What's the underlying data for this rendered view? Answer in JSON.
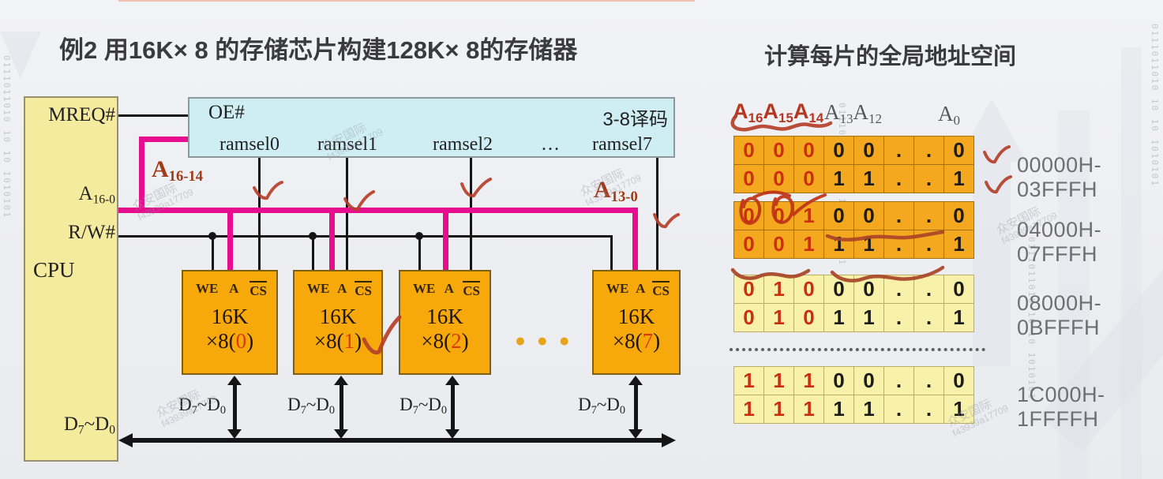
{
  "titles": {
    "left": "例2 用16K× 8 的存储芯片构建128K× 8的存储器",
    "right": "计算每片的全局地址空间"
  },
  "cpu": {
    "name": "CPU",
    "pins": {
      "mreq": "MREQ#",
      "addr": {
        "base": "A",
        "sub": "16-0"
      },
      "rw": "R/W#",
      "data": {
        "p1": "D",
        "s1": "7",
        "p2": "~D",
        "s2": "0"
      }
    }
  },
  "decoder": {
    "oe": "OE#",
    "type": "3-8译码",
    "outputs": [
      "ramsel0",
      "ramsel1",
      "ramsel2",
      "…",
      "ramsel7"
    ]
  },
  "bus_labels": {
    "a_high": {
      "base": "A",
      "sub": "16-14"
    },
    "a_low": {
      "base": "A",
      "sub": "13-0"
    }
  },
  "chips": {
    "we": "WE",
    "a": "A",
    "cs": "CS",
    "size": "16K",
    "mult_prefix": "×8(",
    "mult_suffix": ")",
    "items": [
      {
        "num": "0"
      },
      {
        "num": "1"
      },
      {
        "num": "2"
      },
      {
        "num": "7"
      }
    ],
    "ellipsis": "●●●"
  },
  "dbus": {
    "label": {
      "p1": "D",
      "s1": "7",
      "p2": "~D",
      "s2": "0"
    }
  },
  "address_table": {
    "header": {
      "high": [
        {
          "a": "A",
          "s": "16"
        },
        {
          "a": "A",
          "s": "15"
        },
        {
          "a": "A",
          "s": "14"
        }
      ],
      "mid": [
        {
          "a": "A",
          "s": "13"
        },
        {
          "a": "A",
          "s": "12"
        }
      ],
      "low": {
        "a": "A",
        "s": "0"
      }
    },
    "red_bit_count": 3,
    "groups": [
      {
        "tone": "orange",
        "rows": [
          [
            "0",
            "0",
            "0",
            "0",
            "0",
            ".",
            ".",
            "0"
          ],
          [
            "0",
            "0",
            "0",
            "1",
            "1",
            ".",
            ".",
            "1"
          ]
        ],
        "range": "00000H-03FFFH"
      },
      {
        "tone": "orange",
        "rows": [
          [
            "0",
            "0",
            "1",
            "0",
            "0",
            ".",
            ".",
            "0"
          ],
          [
            "0",
            "0",
            "1",
            "1",
            "1",
            ".",
            ".",
            "1"
          ]
        ],
        "range": "04000H-07FFFH"
      },
      {
        "tone": "pale",
        "rows": [
          [
            "0",
            "1",
            "0",
            "0",
            "0",
            ".",
            ".",
            "0"
          ],
          [
            "0",
            "1",
            "0",
            "1",
            "1",
            ".",
            ".",
            "1"
          ]
        ],
        "range": "08000H-0BFFFH"
      },
      {
        "tone": "pale",
        "rows": [
          [
            "1",
            "1",
            "1",
            "0",
            "0",
            ".",
            ".",
            "0"
          ],
          [
            "1",
            "1",
            "1",
            "1",
            "1",
            ".",
            ".",
            "1"
          ]
        ],
        "range": "1C000H-1FFFFH"
      }
    ]
  },
  "watermark": {
    "line1": "众安国际",
    "line2": "f43939a17709",
    "binary": "0111011010 10 10 1010101"
  },
  "colors": {
    "magenta_bus": "#e60e8c",
    "chip_fill": "#f7a80a",
    "decoder_fill": "#cfeef3",
    "cpu_fill": "#f5eb9e",
    "cell_orange": "#f3a81f",
    "cell_pale": "#f8f1a9",
    "red_digit": "#cc2f10",
    "annotation_red": "#b5402a",
    "range_label_gray": "#6e6e73"
  }
}
